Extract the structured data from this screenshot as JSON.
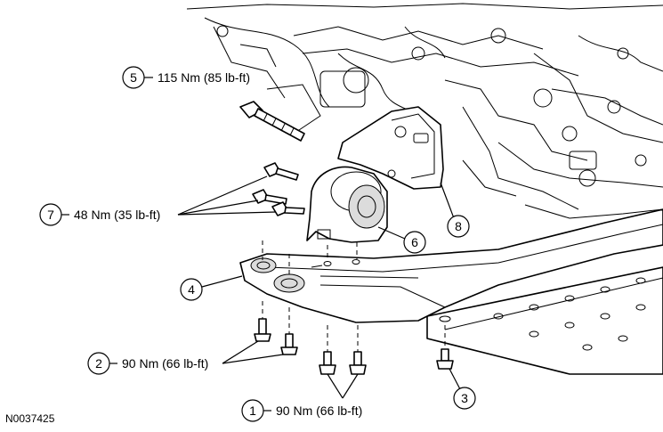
{
  "figure_code": "N0037425",
  "callouts": [
    {
      "num": "1",
      "text": "90 Nm (66 lb-ft)"
    },
    {
      "num": "2",
      "text": "90 Nm (66 lb-ft)"
    },
    {
      "num": "3",
      "text": ""
    },
    {
      "num": "4",
      "text": ""
    },
    {
      "num": "5",
      "text": "115 Nm (85 lb-ft)"
    },
    {
      "num": "6",
      "text": ""
    },
    {
      "num": "7",
      "text": "48 Nm (35 lb-ft)"
    },
    {
      "num": "8",
      "text": ""
    }
  ]
}
